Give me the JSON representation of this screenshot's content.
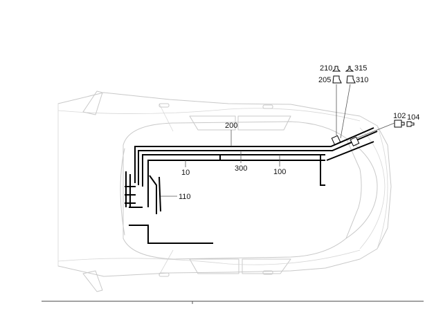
{
  "diagram": {
    "labels": {
      "wiring_main": "10",
      "wiring_side": "110",
      "wiring_200": "200",
      "wiring_300": "300",
      "wiring_100": "100",
      "part_210": "210",
      "part_315": "315",
      "part_205": "205",
      "part_310": "310",
      "part_102": "102",
      "part_104": "104"
    },
    "colors": {
      "wiring": "#000000",
      "vehicle_outline": "#c8c8c8"
    }
  }
}
